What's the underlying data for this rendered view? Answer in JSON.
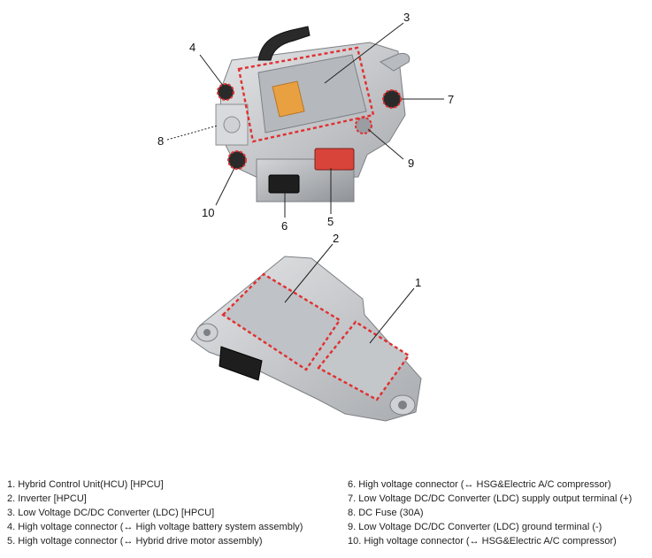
{
  "callouts": {
    "c1": "1",
    "c2": "2",
    "c3": "3",
    "c4": "4",
    "c5": "5",
    "c6": "6",
    "c7": "7",
    "c8": "8",
    "c9": "9",
    "c10": "10"
  },
  "legend": {
    "left": [
      "1. Hybrid Control Unit(HCU) [HPCU]",
      "2. Inverter [HPCU]",
      "3. Low Voltage DC/DC Converter (LDC) [HPCU]",
      "4. High voltage connector (↔ High voltage battery system assembly)",
      "5. High voltage connector (↔ Hybrid drive motor assembly)"
    ],
    "right": [
      "6. High voltage connector (↔ HSG&Electric A/C compressor)",
      "7. Low Voltage DC/DC Converter (LDC) supply output terminal (+)",
      "8. DC Fuse (30A)",
      "9. Low Voltage DC/DC Converter (LDC) ground terminal (-)",
      "10. High voltage connector (↔ HSG&Electric A/C compressor)"
    ]
  },
  "colors": {
    "highlight": "#e03030",
    "housing": "#c9cbce",
    "housing_dark": "#8e9195",
    "connector_red": "#d9443a",
    "connector_black": "#1e1e1e"
  }
}
